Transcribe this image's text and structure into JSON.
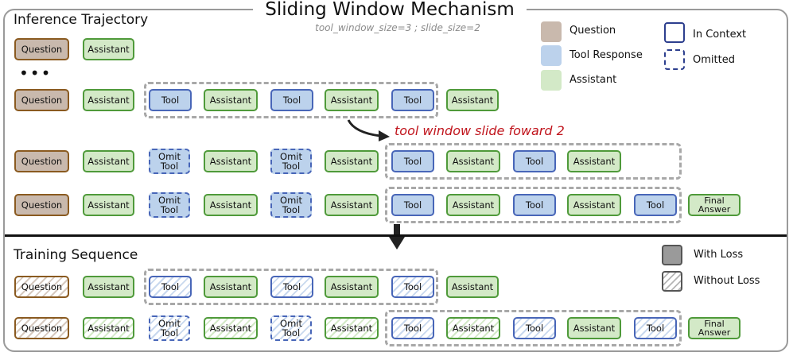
{
  "header": {
    "title": "Sliding Window Mechanism",
    "subtitle": "tool_window_size=3 ; slide_size=2"
  },
  "sections": {
    "inference": "Inference Trajectory",
    "training": "Training Sequence"
  },
  "labels": {
    "question": "Question",
    "assistant": "Assistant",
    "tool": "Tool",
    "omit_tool": "Omit Tool",
    "final_answer": "Final Answer",
    "ellipsis": "•••"
  },
  "annotation": "tool window slide foward 2",
  "legend_top": {
    "question": "Question",
    "tool_response": "Tool Response",
    "assistant": "Assistant",
    "in_context": "In Context",
    "omitted": "Omitted"
  },
  "legend_bottom": {
    "with_loss": "With Loss",
    "without_loss": "Without Loss"
  },
  "colors": {
    "question": "#c9b9ad",
    "tool": "#bcd2ec",
    "assistant": "#d3e9c7",
    "annotation": "#c0141c"
  }
}
